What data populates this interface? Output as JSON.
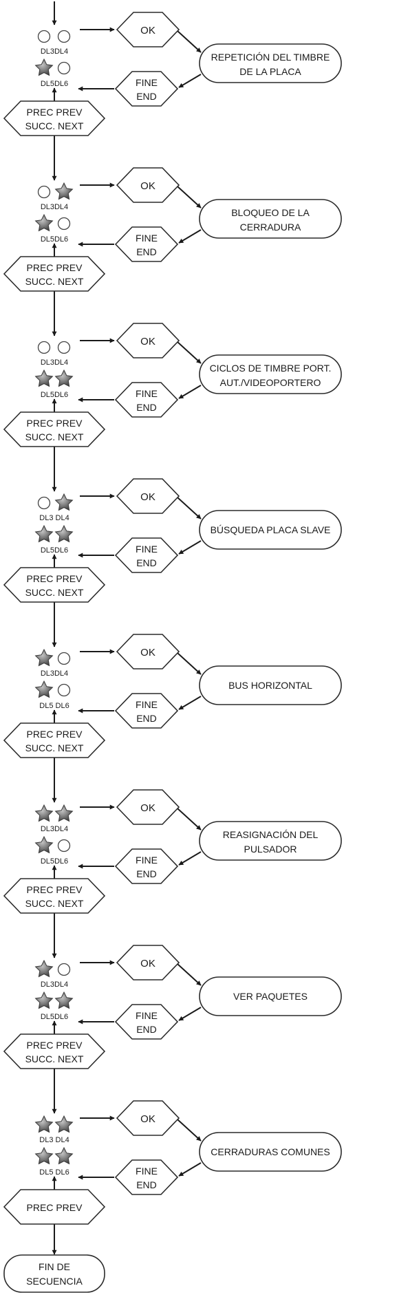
{
  "diagram": {
    "ok_label": "OK",
    "fine_label": "FINE",
    "end_label": "END",
    "nav_line1": "PREC PREV",
    "nav_line2": "SUCC. NEXT",
    "last_nav_label": "PREC PREV",
    "end_node": [
      "FIN DE",
      "SECUENCIA"
    ],
    "led_states": {
      "circle": "off",
      "star": "on"
    },
    "blocks": [
      {
        "function": [
          "REPETICIÓN DEL TIMBRE",
          "DE LA PLACA"
        ],
        "leds": {
          "DL3": "off",
          "DL4": "off",
          "DL5": "on",
          "DL6": "off"
        },
        "labels_top": "DL3DL4",
        "labels_bottom": "DL5DL6"
      },
      {
        "function": [
          "BLOQUEO DE LA",
          "CERRADURA"
        ],
        "leds": {
          "DL3": "off",
          "DL4": "on",
          "DL5": "on",
          "DL6": "off"
        },
        "labels_top": "DL3DL4",
        "labels_bottom": "DL5DL6"
      },
      {
        "function": [
          "CICLOS DE TIMBRE PORT.",
          "AUT./VIDEOPORTERO"
        ],
        "leds": {
          "DL3": "off",
          "DL4": "off",
          "DL5": "on",
          "DL6": "on"
        },
        "labels_top": "DL3DL4",
        "labels_bottom": "DL5DL6"
      },
      {
        "function": [
          "BÚSQUEDA PLACA SLAVE"
        ],
        "leds": {
          "DL3": "off",
          "DL4": "on",
          "DL5": "on",
          "DL6": "on"
        },
        "labels_top": "DL3 DL4",
        "labels_bottom": "DL5DL6"
      },
      {
        "function": [
          "BUS HORIZONTAL"
        ],
        "leds": {
          "DL3": "on",
          "DL4": "off",
          "DL5": "on",
          "DL6": "off"
        },
        "labels_top": "DL3DL4",
        "labels_bottom": "DL5 DL6"
      },
      {
        "function": [
          "REASIGNACIÓN DEL",
          "PULSADOR"
        ],
        "leds": {
          "DL3": "on",
          "DL4": "on",
          "DL5": "on",
          "DL6": "off"
        },
        "labels_top": "DL3DL4",
        "labels_bottom": "DL5DL6"
      },
      {
        "function": [
          "VER PAQUETES"
        ],
        "leds": {
          "DL3": "on",
          "DL4": "off",
          "DL5": "on",
          "DL6": "on"
        },
        "labels_top": "DL3DL4",
        "labels_bottom": "DL5DL6"
      },
      {
        "function": [
          "CERRADURAS COMUNES"
        ],
        "leds": {
          "DL3": "on",
          "DL4": "on",
          "DL5": "on",
          "DL6": "on"
        },
        "labels_top": "DL3 DL4",
        "labels_bottom": "DL5 DL6"
      }
    ]
  }
}
